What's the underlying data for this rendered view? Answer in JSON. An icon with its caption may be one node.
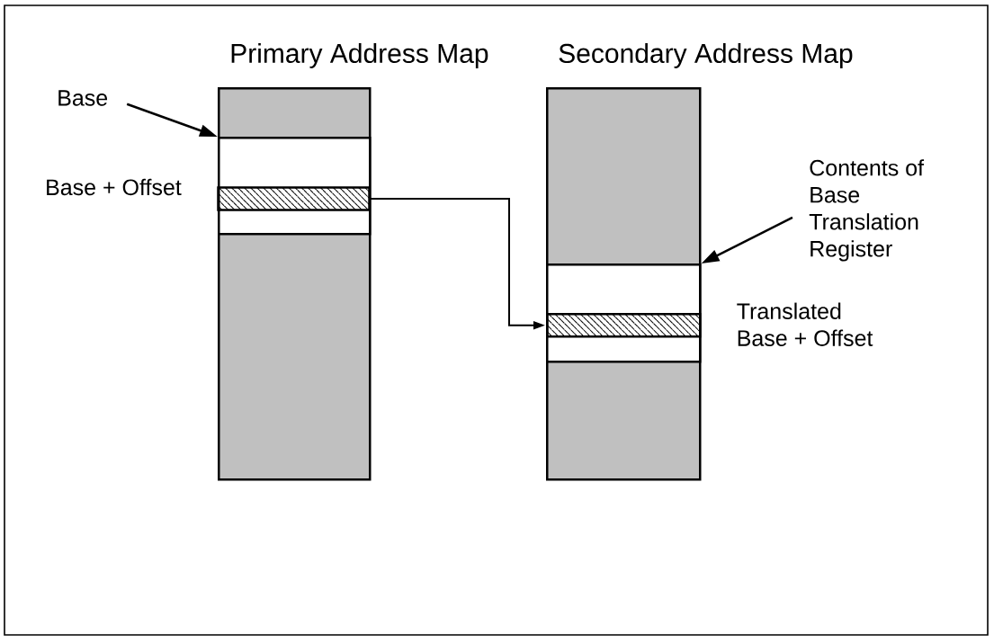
{
  "diagram": {
    "nodes": [
      {
        "text": [
          "Primary Address Map"
        ]
      },
      {
        "text": [],
        "shape": "box",
        "in": 0
      },
      {
        "text": [],
        "shape": "bar",
        "in": 1,
        "beside": [
          "Base + Offset"
        ]
      },
      {
        "text": [
          "Secondary Address Map"
        ]
      },
      {
        "text": [],
        "shape": "box",
        "in": 3
      },
      {
        "text": [],
        "shape": "bar",
        "in": 4,
        "beside": [
          "Translated Base + Offset"
        ]
      },
      {
        "text": [
          "Base"
        ]
      },
      {
        "text": [
          "Contents of Base Translation Register"
        ]
      }
    ],
    "edges": [
      {
        "from": 6,
        "to": 1,
        "arrow": "to"
      },
      {
        "from": 2,
        "to": 5,
        "arrow": "to"
      },
      {
        "from": 7,
        "to": 4,
        "arrow": "to"
      }
    ]
  }
}
